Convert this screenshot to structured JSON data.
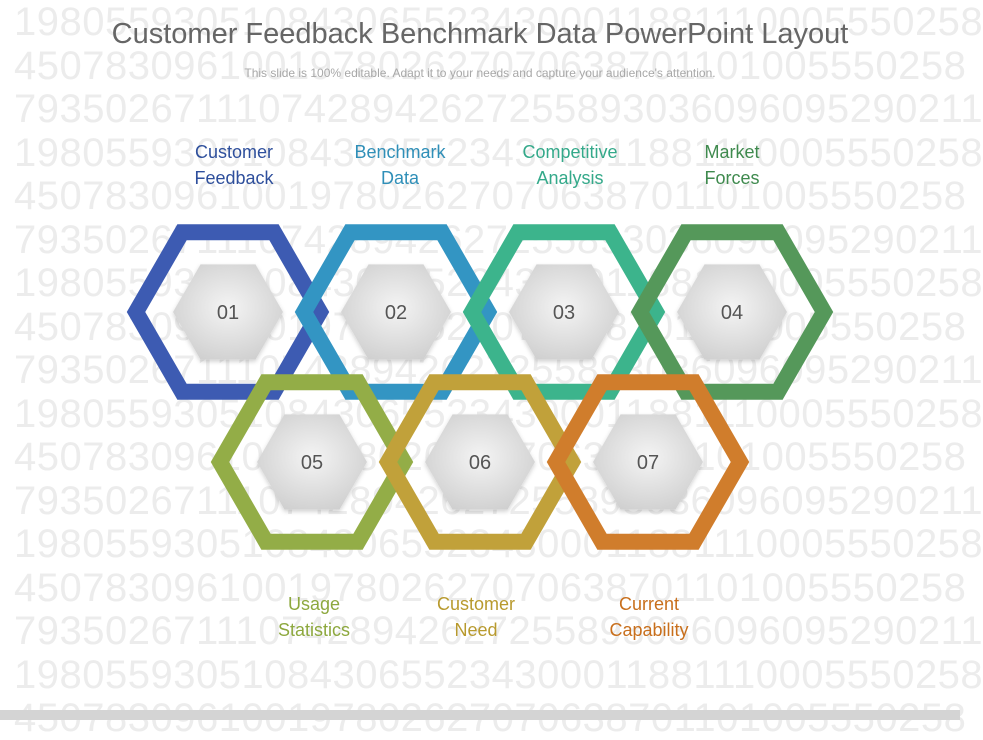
{
  "background_digit_rows": [
    "198055930510843065523430001188111000555025​8",
    "450783096100197802627070638701101005550258",
    "793502671110742894262725589303609609529021​1",
    "198055930510843065523430001188111000555025​8",
    "450783096100197802627070638701101005550258",
    "793502671110742894262725589303609609529021​1",
    "198055930510843065523430001188111000555025​8",
    "450783096100197802627070638701101005550258",
    "793502671110742894262725589303609609529021​1",
    "198055930510843065523430001188111000555025​8",
    "450783096100197802627070638701101005550258",
    "793502671110742894262725589303609609529021​1",
    "198055930510843065523430001188111000555025​8",
    "450783096100197802627070638701101005550258",
    "793502671110742894262725589303609609529021​1",
    "198055930510843065523430001188111000555025​8",
    "450783096100197802627070638701101005550258"
  ],
  "title": "Customer Feedback Benchmark Data PowerPoint Layout",
  "subtitle": "This slide is 100% editable. Adapt it to your needs and capture your audience's attention.",
  "hexagons": [
    {
      "number": "01",
      "label_line1": "Customer",
      "label_line2": "Feedback",
      "color": "#3d5bb2"
    },
    {
      "number": "02",
      "label_line1": "Benchmark",
      "label_line2": "Data",
      "color": "#3395c3"
    },
    {
      "number": "03",
      "label_line1": "Competitive",
      "label_line2": "Analysis",
      "color": "#3cb48c"
    },
    {
      "number": "04",
      "label_line1": "Market",
      "label_line2": "Forces",
      "color": "#55985a"
    },
    {
      "number": "05",
      "label_line1": "Usage",
      "label_line2": "Statistics",
      "color": "#93ad47"
    },
    {
      "number": "06",
      "label_line1": "Customer",
      "label_line2": "Need",
      "color": "#c1a13a"
    },
    {
      "number": "07",
      "label_line1": "Current",
      "label_line2": "Capability",
      "color": "#d07d2c"
    }
  ],
  "inner_hex_color": "#d9d9d9",
  "label_colors": [
    "#2e4f9c",
    "#2f8fb8",
    "#34a98a",
    "#3f8a4e",
    "#8da83e",
    "#b89a2e",
    "#c86f1c"
  ]
}
